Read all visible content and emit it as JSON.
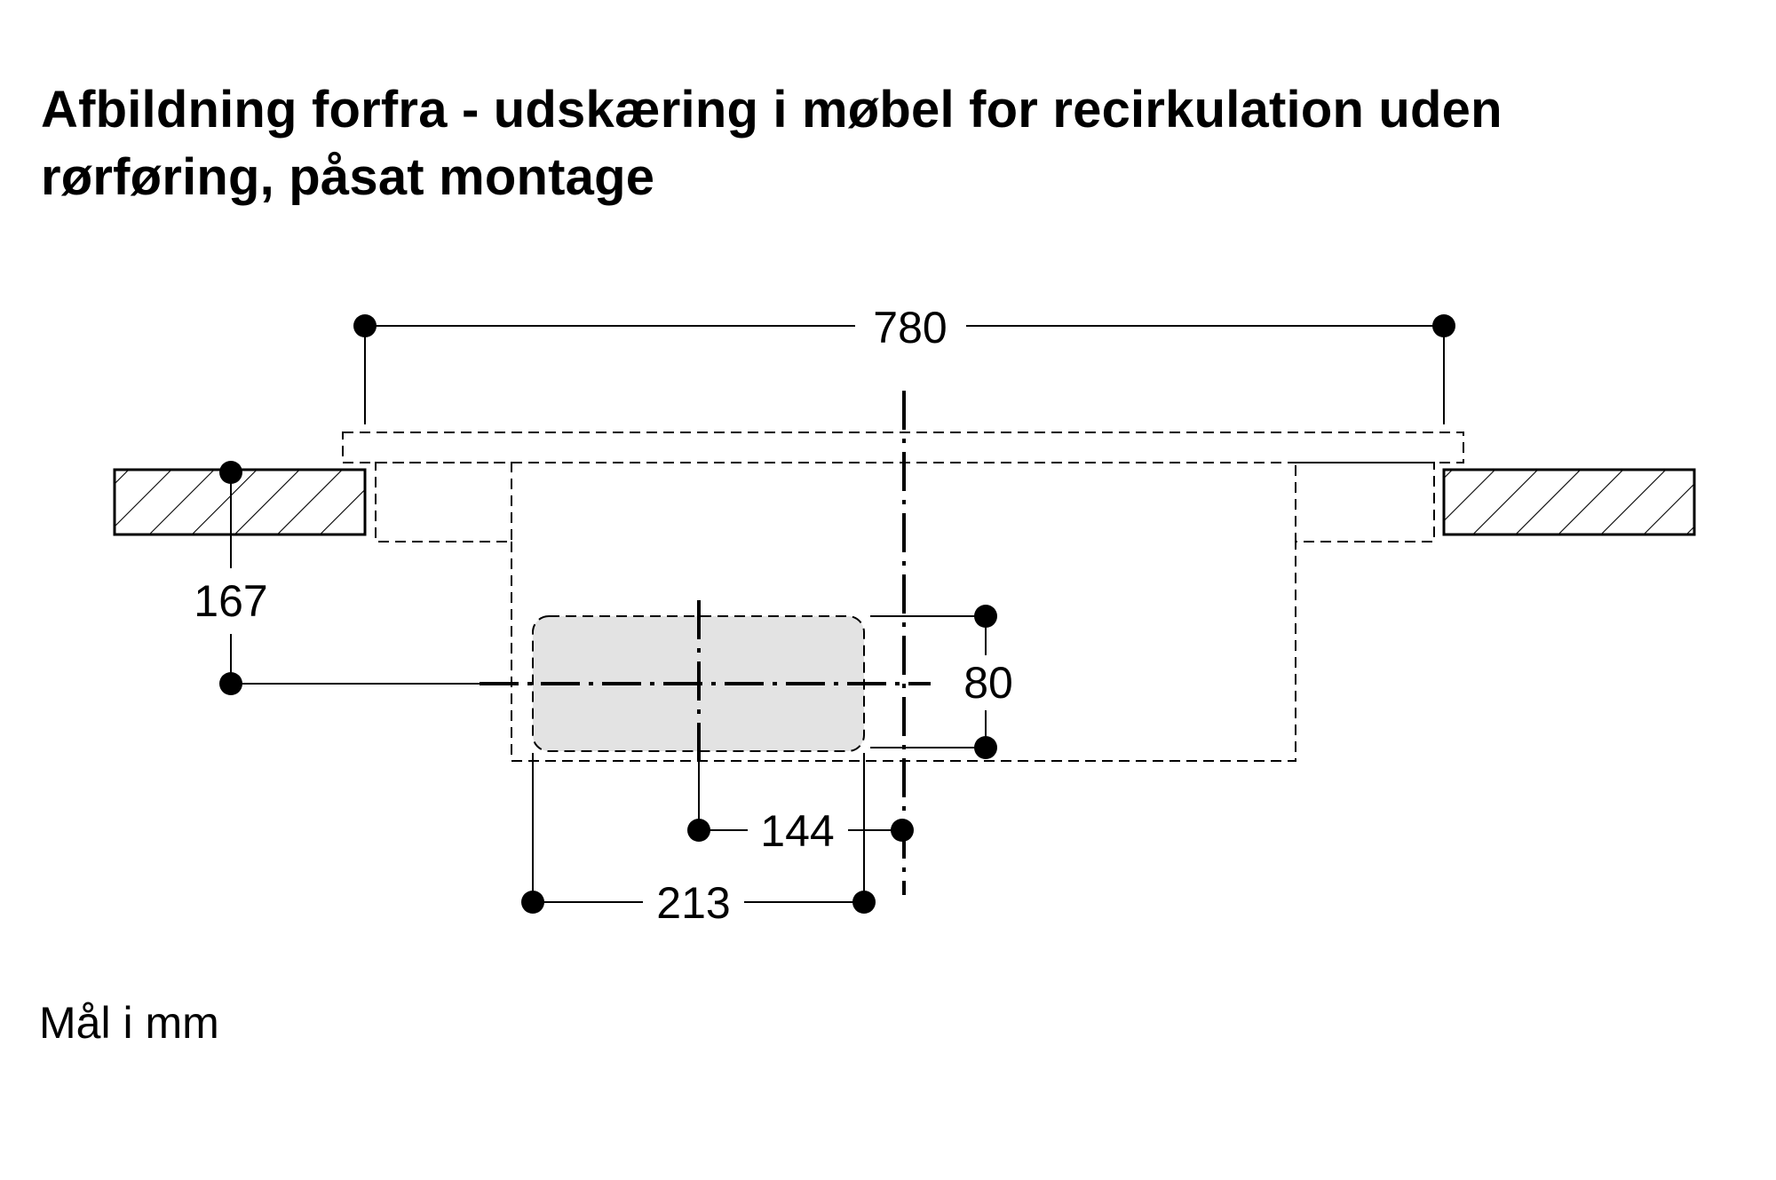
{
  "title": {
    "line1": "Afbildning forfra - udskæring i møbel for recirkulation uden",
    "line2": "rørføring, påsat montage"
  },
  "dimensions": {
    "overall_width": "780",
    "center_height": "167",
    "opening_height": "80",
    "center_offset": "144",
    "opening_width": "213"
  },
  "units_note": "Mål i mm",
  "colors": {
    "line": "#000000",
    "opening_fill": "#e3e3e3",
    "background": "#ffffff"
  }
}
